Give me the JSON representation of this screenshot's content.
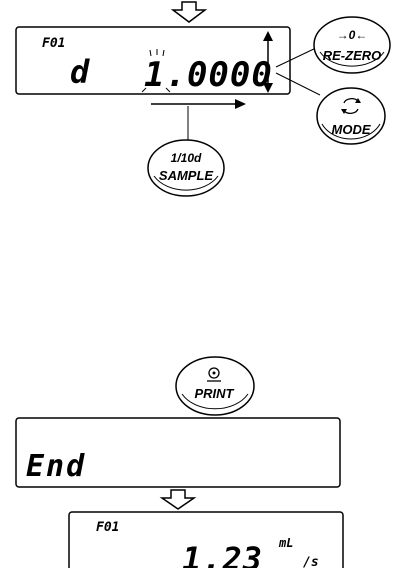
{
  "display_top": {
    "function_code": "F01",
    "param_label": "d",
    "value": "1.0000"
  },
  "buttons": {
    "rezero": {
      "symbol": "→0←",
      "label": "RE-ZERO"
    },
    "mode": {
      "label": "MODE"
    },
    "sample": {
      "line1": "1/10d",
      "line2": "SAMPLE"
    },
    "print": {
      "label": "PRINT"
    }
  },
  "display_end": {
    "text": "End"
  },
  "display_bottom": {
    "function_code": "F01",
    "value": "1.23",
    "unit": "mL",
    "unit_suffix": "/s"
  }
}
